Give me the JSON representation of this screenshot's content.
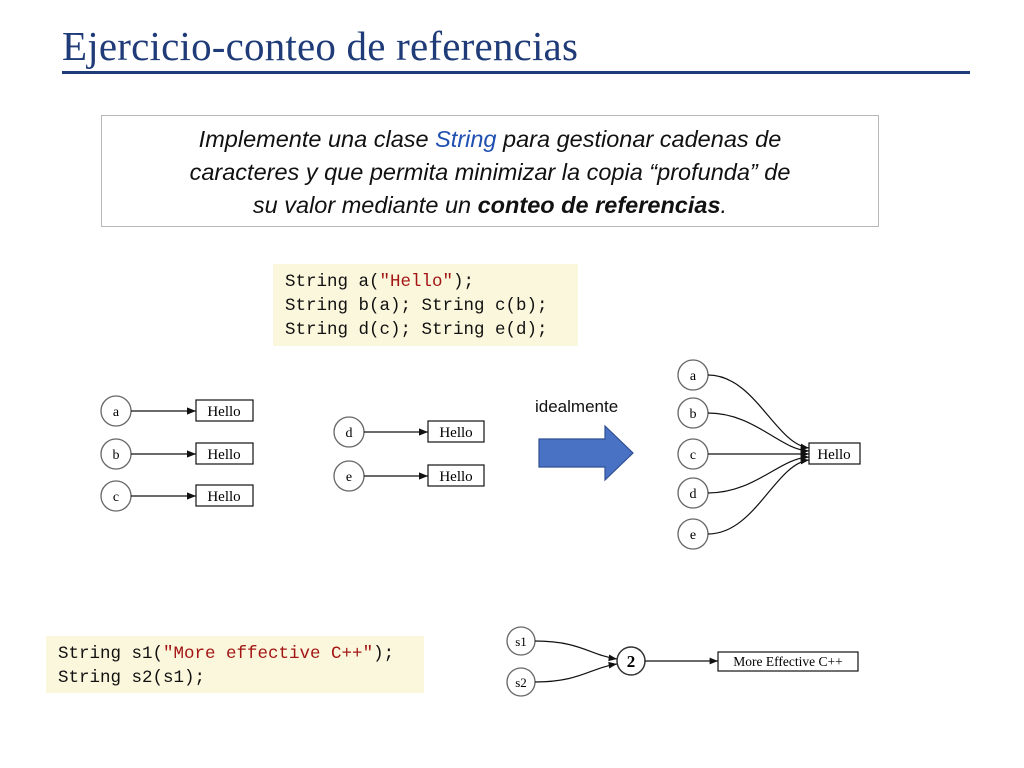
{
  "slide": {
    "title": "Ejercicio-conteo de referencias",
    "statement": {
      "line1_pre": "Implemente una clase ",
      "line1_kw": "String",
      "line1_post": " para gestionar cadenas de",
      "line2": "caracteres y que permita minimizar la copia “profunda” de",
      "line3_pre": "su valor mediante un ",
      "line3_bold": "conteo de referencias",
      "line3_post": "."
    },
    "code1": {
      "l1_a": "String a(",
      "l1_str": "\"Hello\"",
      "l1_b": ");",
      "l2": "String b(a); String c(b);",
      "l3": "String d(c); String e(d);"
    },
    "code2": {
      "l1_a": "String s1(",
      "l1_str": "\"More effective C++\"",
      "l1_b": ");",
      "l2": "String s2(s1);"
    },
    "ideal_label": "idealmente"
  },
  "diagram": {
    "naive": {
      "nodes": [
        "a",
        "b",
        "c",
        "d",
        "e"
      ],
      "value": "Hello"
    },
    "ideal": {
      "nodes": [
        "a",
        "b",
        "c",
        "d",
        "e"
      ],
      "value": "Hello"
    },
    "refcount": {
      "nodes": [
        "s1",
        "s2"
      ],
      "count": "2",
      "value": "More Effective C++"
    },
    "arrow_color": "#4a72c4"
  }
}
